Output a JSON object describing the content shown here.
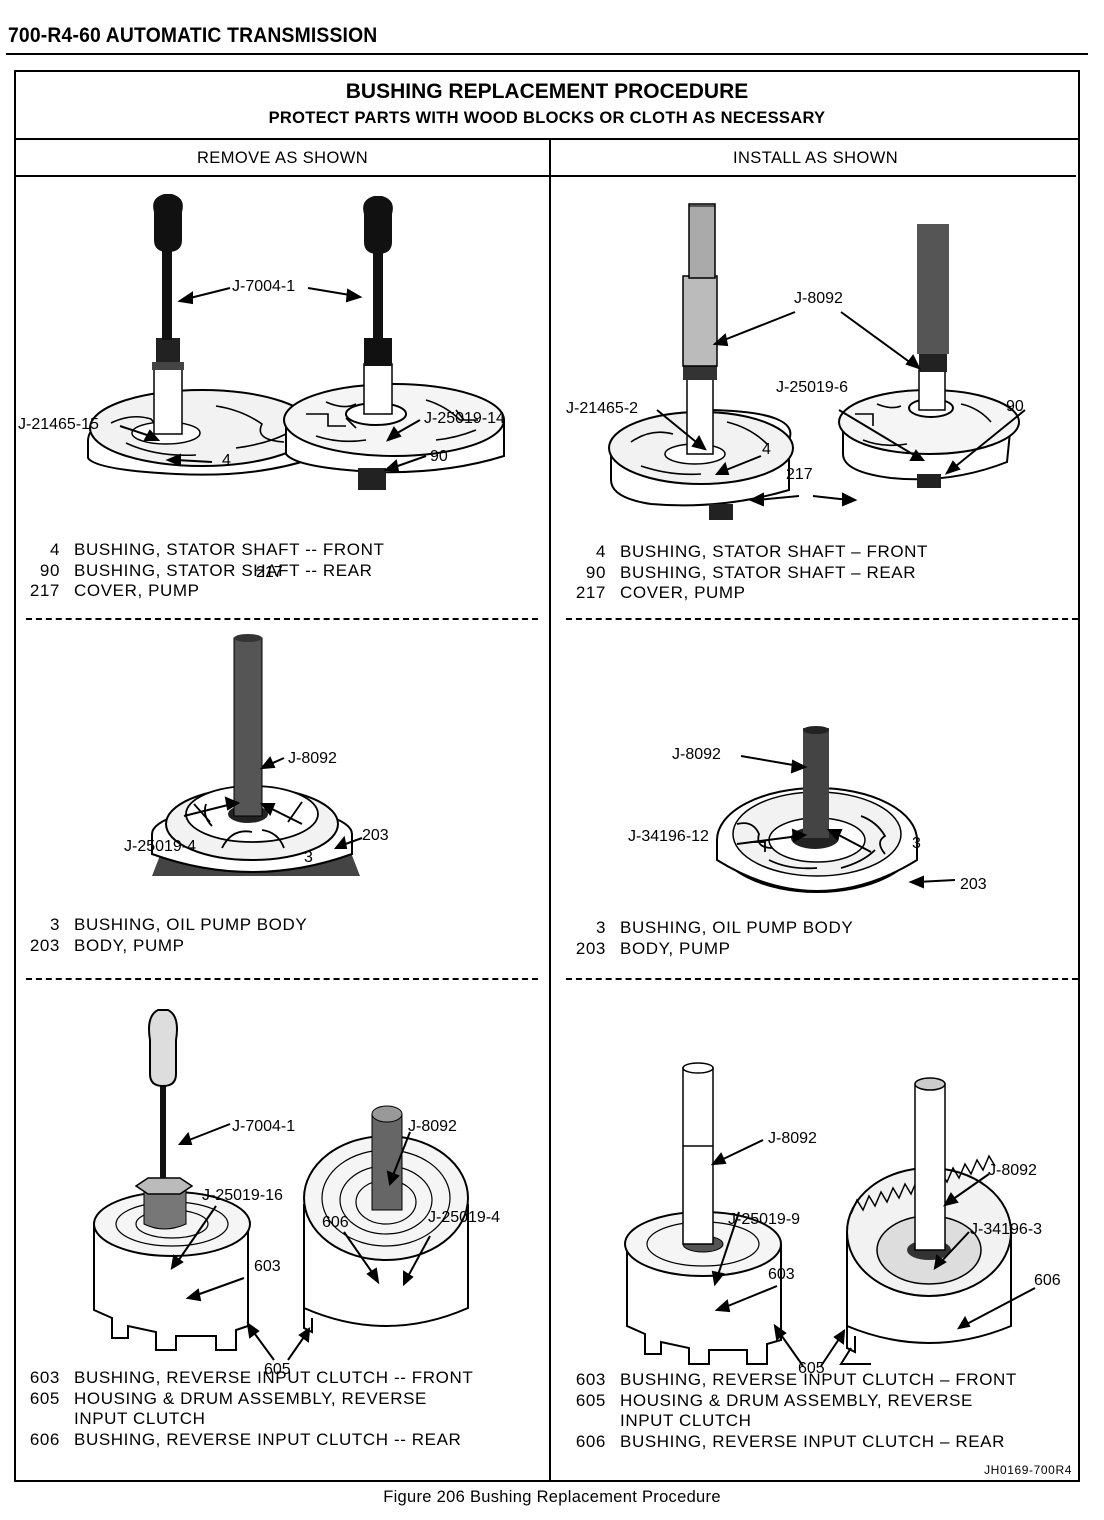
{
  "header": "700-R4-60  AUTOMATIC TRANSMISSION",
  "title": "BUSHING REPLACEMENT PROCEDURE",
  "subtitle": "PROTECT PARTS WITH WOOD BLOCKS OR CLOTH AS NECESSARY",
  "columns": {
    "left": "REMOVE AS SHOWN",
    "right": "INSTALL AS SHOWN"
  },
  "panels": {
    "row1_left": {
      "labels": [
        "J-7004-1",
        "J-21465-15",
        "4",
        "J-25019-14",
        "90",
        "217"
      ],
      "legend": [
        {
          "num": "4",
          "text": "BUSHING, STATOR SHAFT -- FRONT"
        },
        {
          "num": "90",
          "text": "BUSHING, STATOR SHAFT -- REAR"
        },
        {
          "num": "217",
          "text": "COVER, PUMP"
        }
      ]
    },
    "row1_right": {
      "labels": [
        "J-8092",
        "J-21465-2",
        "J-25019-6",
        "90",
        "4",
        "217"
      ],
      "legend": [
        {
          "num": "4",
          "text": "BUSHING, STATOR SHAFT – FRONT"
        },
        {
          "num": "90",
          "text": "BUSHING, STATOR SHAFT – REAR"
        },
        {
          "num": "217",
          "text": "COVER, PUMP"
        }
      ]
    },
    "row2_left": {
      "labels": [
        "J-8092",
        "J-25019-4",
        "3",
        "203"
      ],
      "legend": [
        {
          "num": "3",
          "text": "BUSHING, OIL PUMP BODY"
        },
        {
          "num": "203",
          "text": "BODY, PUMP"
        }
      ]
    },
    "row2_right": {
      "labels": [
        "J-8092",
        "J-34196-12",
        "3",
        "203"
      ],
      "legend": [
        {
          "num": "3",
          "text": "BUSHING, OIL PUMP BODY"
        },
        {
          "num": "203",
          "text": "BODY, PUMP"
        }
      ]
    },
    "row3_left": {
      "labels": [
        "J-7004-1",
        "J-8092",
        "J-25019-16",
        "606",
        "J-25019-4",
        "603",
        "605"
      ],
      "legend": [
        {
          "num": "603",
          "text": "BUSHING, REVERSE INPUT CLUTCH -- FRONT"
        },
        {
          "num": "605",
          "text": "HOUSING & DRUM ASSEMBLY, REVERSE"
        },
        {
          "num": "",
          "text": "INPUT CLUTCH"
        },
        {
          "num": "606",
          "text": "BUSHING, REVERSE INPUT CLUTCH -- REAR"
        }
      ]
    },
    "row3_right": {
      "labels": [
        "J-8092",
        "J-8092",
        "J-25019-9",
        "J-34196-3",
        "603",
        "606",
        "605"
      ],
      "legend": [
        {
          "num": "603",
          "text": "BUSHING, REVERSE INPUT CLUTCH – FRONT"
        },
        {
          "num": "605",
          "text": "HOUSING & DRUM ASSEMBLY, REVERSE"
        },
        {
          "num": "",
          "text": "INPUT CLUTCH"
        },
        {
          "num": "606",
          "text": "BUSHING, REVERSE INPUT CLUTCH – REAR"
        }
      ]
    }
  },
  "figure_code": "JH0169-700R4",
  "caption": "Figure 206 Bushing Replacement Procedure"
}
